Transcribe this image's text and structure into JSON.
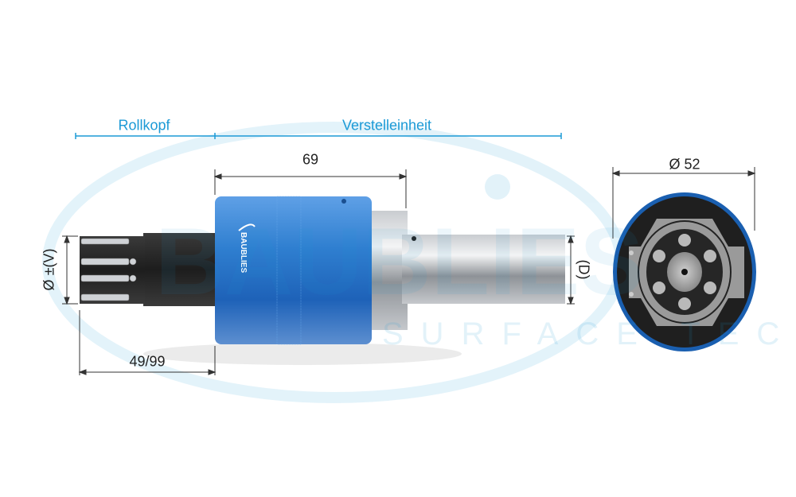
{
  "watermark": {
    "brand": "BAUBLIES",
    "tagline": "SURFACE TECHNOLOGY"
  },
  "logo": {
    "text": "BAUBLIES"
  },
  "sections": {
    "left": "Rollkopf",
    "right": "Verstelleinheit"
  },
  "dimensions": {
    "body_length": "69",
    "outer_diameter": "Ø 52",
    "roll_diameter": "Ø ±(V)",
    "shank_diameter": "(D)",
    "head_length": "49/99"
  },
  "colors": {
    "accent": "#1c9ad6",
    "body_blue": "#2f7fd0",
    "dim_line": "#333333"
  }
}
